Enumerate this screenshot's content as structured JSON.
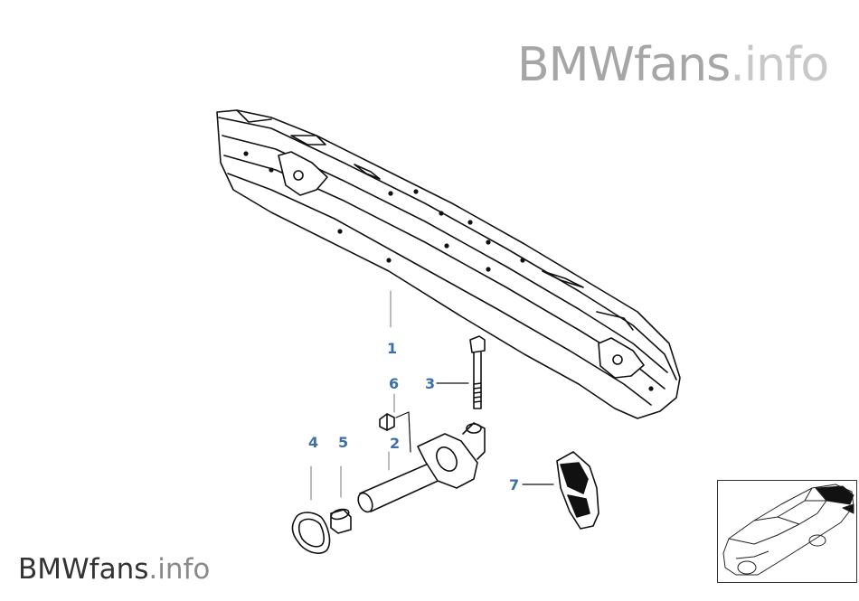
{
  "watermark": {
    "top_brand": "BMWfans",
    "top_suffix": ".info",
    "bottom_brand": "BMWfans",
    "bottom_suffix": ".info"
  },
  "callouts": [
    {
      "id": "1",
      "label": "1"
    },
    {
      "id": "2",
      "label": "2"
    },
    {
      "id": "3",
      "label": "3"
    },
    {
      "id": "4",
      "label": "4"
    },
    {
      "id": "5",
      "label": "5"
    },
    {
      "id": "6",
      "label": "6"
    },
    {
      "id": "7",
      "label": "7"
    }
  ],
  "colors": {
    "callout": "#3f6fa8",
    "line": "#111111",
    "watermark": "#b3b3b3"
  },
  "icons": {
    "bumper_carrier": "bumper-carrier-icon",
    "impact_absorber": "impact-absorber-icon",
    "bolt": "bolt-icon",
    "seal_ring": "seal-ring-icon",
    "cap": "cap-icon",
    "nut": "nut-icon",
    "bracket": "bracket-icon",
    "car_thumbnail": "car-thumbnail-icon"
  }
}
